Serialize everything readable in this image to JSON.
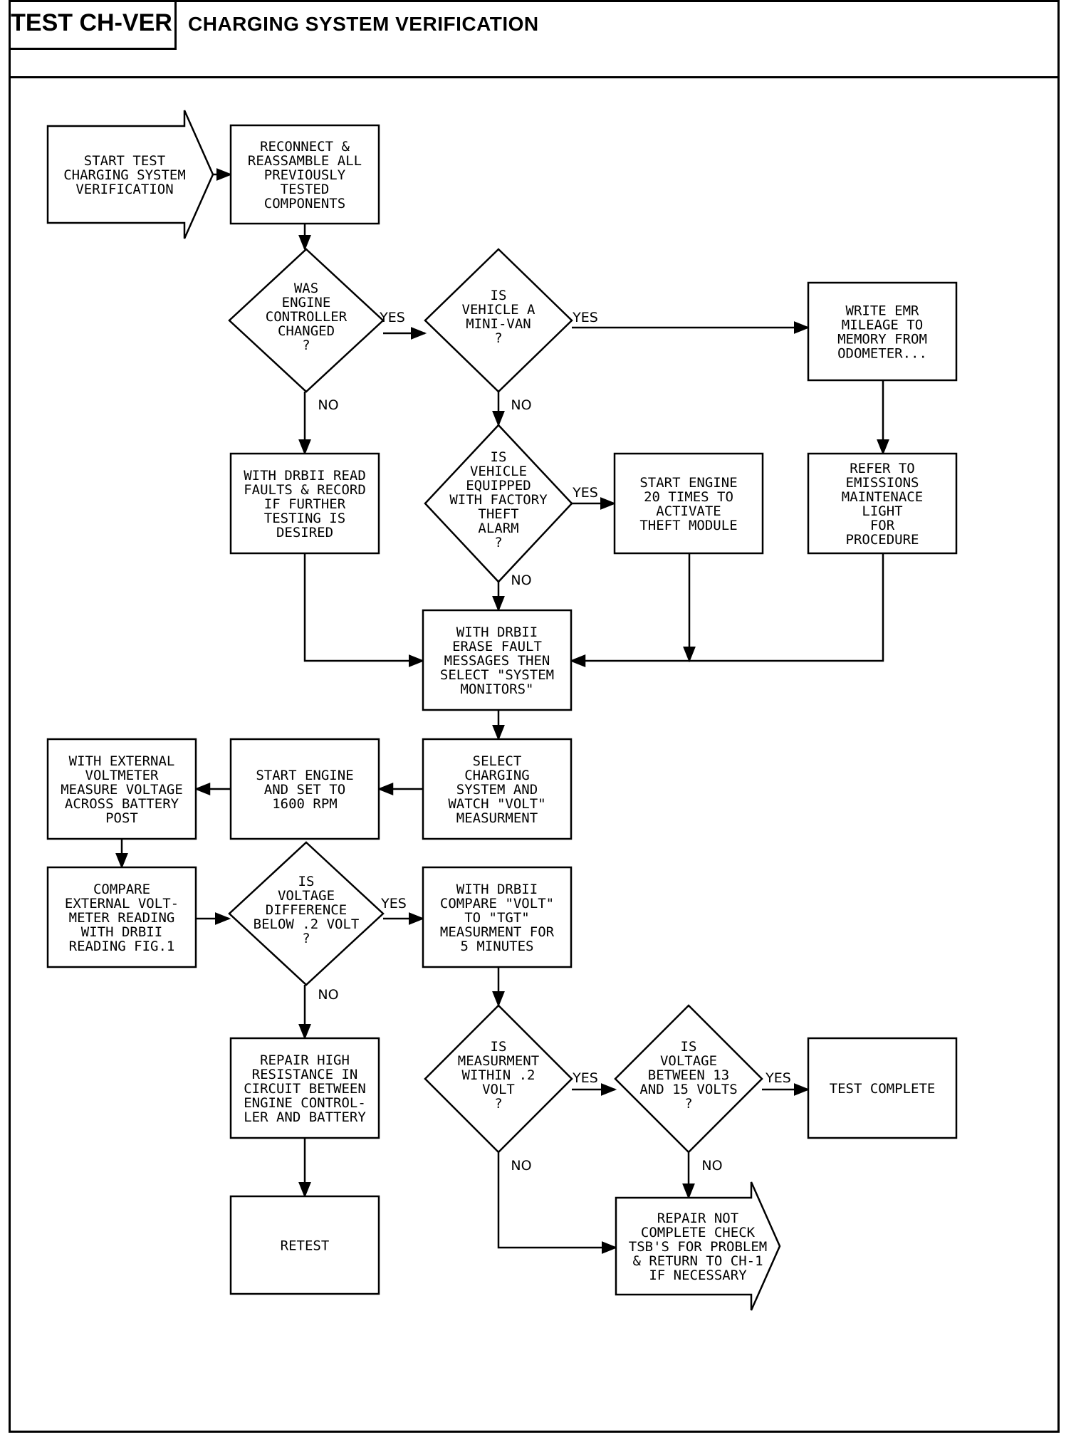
{
  "header": {
    "test_id": "TEST CH-VER",
    "title": "CHARGING SYSTEM VERIFICATION"
  },
  "nodes": {
    "start": [
      "START TEST",
      "CHARGING SYSTEM",
      "VERIFICATION"
    ],
    "reconnect": [
      "RECONNECT &",
      "REASSAMBLE ALL",
      "PREVIOUSLY",
      "TESTED",
      "COMPONENTS"
    ],
    "q_engine_changed": [
      "WAS",
      "ENGINE",
      "CONTROLLER",
      "CHANGED",
      "?"
    ],
    "q_minivan": [
      "IS",
      "VEHICLE A",
      "MINI-VAN",
      "?"
    ],
    "write_emr": [
      "WRITE EMR",
      "MILEAGE TO",
      "MEMORY FROM",
      "ODOMETER..."
    ],
    "read_faults": [
      "WITH DRBII READ",
      "FAULTS & RECORD",
      "IF FURTHER",
      "TESTING IS",
      "DESIRED"
    ],
    "q_theft_alarm": [
      "IS",
      "VEHICLE",
      "EQUIPPED",
      "WITH FACTORY",
      "THEFT",
      "ALARM",
      "?"
    ],
    "start_engine_20": [
      "START ENGINE",
      "20 TIMES TO",
      "ACTIVATE",
      "THEFT MODULE"
    ],
    "refer_emissions": [
      "REFER TO",
      "EMISSIONS",
      "MAINTENACE",
      "LIGHT",
      "FOR",
      "PROCEDURE"
    ],
    "erase_faults": [
      "WITH DRBII",
      "ERASE FAULT",
      "MESSAGES THEN",
      "SELECT \"SYSTEM",
      "MONITORS\""
    ],
    "measure_voltage": [
      "WITH EXTERNAL",
      "VOLTMETER",
      "MEASURE VOLTAGE",
      "ACROSS BATTERY",
      "POST"
    ],
    "start_engine_1600": [
      "START ENGINE",
      "AND SET TO",
      "1600 RPM"
    ],
    "select_charging": [
      "SELECT",
      "CHARGING",
      "SYSTEM AND",
      "WATCH \"VOLT\"",
      "MEASURMENT"
    ],
    "compare_reading": [
      "COMPARE",
      "EXTERNAL VOLT-",
      "METER READING",
      "WITH DRBII",
      "READING FIG.1"
    ],
    "q_voltage_diff": [
      "IS",
      "VOLTAGE",
      "DIFFERENCE",
      "BELOW .2 VOLT",
      "?"
    ],
    "compare_volt_tgt": [
      "WITH DRBII",
      "COMPARE \"VOLT\"",
      "TO \"TGT\"",
      "MEASURMENT FOR",
      "5 MINUTES"
    ],
    "repair_resistance": [
      "REPAIR HIGH",
      "RESISTANCE IN",
      "CIRCUIT BETWEEN",
      "ENGINE CONTROL-",
      "LER AND BATTERY"
    ],
    "q_measurement_within": [
      "IS",
      "MEASURMENT",
      "WITHIN .2",
      "VOLT",
      "?"
    ],
    "q_between_13_15": [
      "IS",
      "VOLTAGE",
      "BETWEEN 13",
      "AND 15 VOLTS",
      "?"
    ],
    "test_complete": [
      "TEST COMPLETE"
    ],
    "retest": [
      "RETEST"
    ],
    "repair_not_complete": [
      "REPAIR NOT",
      "COMPLETE CHECK",
      "TSB'S FOR PROBLEM",
      "& RETURN TO CH-1",
      "IF NECESSARY"
    ]
  },
  "edge_labels": {
    "yes": "YES",
    "no": "NO"
  }
}
